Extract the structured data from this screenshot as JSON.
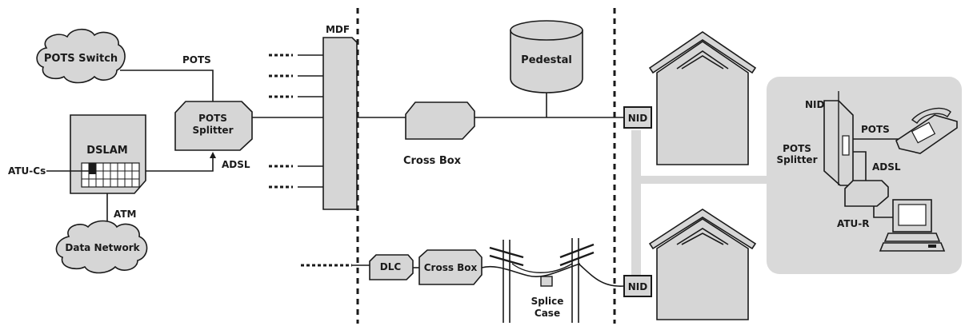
{
  "labels": {
    "pots_switch": "POTS Switch",
    "pots_line": "POTS",
    "pots_splitter_line1": "POTS",
    "pots_splitter_line2": "Splitter",
    "mdf": "MDF",
    "pedestal": "Pedestal",
    "cross_box_top": "Cross Box",
    "nid_top": "NID",
    "dslam": "DSLAM",
    "atu_cs": "ATU-Cs",
    "adsl": "ADSL",
    "atm": "ATM",
    "data_network": "Data Network",
    "dlc": "DLC",
    "cross_box_bottom": "Cross Box",
    "splice_line1": "Splice",
    "splice_line2": "Case",
    "nid_bottom": "NID",
    "home_nid": "NID",
    "home_pots": "POTS",
    "home_splitter_line1": "POTS",
    "home_splitter_line2": "Splitter",
    "home_adsl": "ADSL",
    "atu_r": "ATU-R"
  },
  "colors": {
    "shape_fill": "#d6d6d6",
    "panel_fill": "#d9d9d9",
    "line": "#1a1a1a"
  }
}
